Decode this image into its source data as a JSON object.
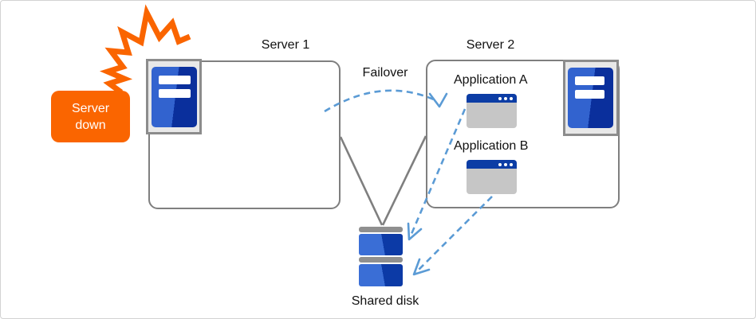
{
  "diagram": {
    "callout": {
      "label": "Server down"
    },
    "server1": {
      "label": "Server 1"
    },
    "server2": {
      "label": "Server 2"
    },
    "failover": {
      "label": "Failover"
    },
    "applications": [
      {
        "label": "Application A"
      },
      {
        "label": "Application B"
      }
    ],
    "shared_disk": {
      "label": "Shared disk"
    },
    "icons": {
      "server_unit": "server-icon",
      "application_window": "app-window-icon",
      "shared_disk": "disk-stack-icon",
      "crash": "burst-explosion-icon",
      "failover_arrow": "dashed-arrow-icon"
    },
    "colors": {
      "callout_orange": "#FA6500",
      "burst_orange": "#FA6500",
      "outline_gray": "#7f7f7f",
      "arrow_blue": "#5B9BD5",
      "server_blue_light": "#3263cf",
      "server_blue_dark": "#0a2f9c",
      "window_titlebar_blue": "#0c3da5",
      "window_body_gray": "#c6c6c6",
      "disk_blue_light": "#3a6ed6",
      "disk_blue_dark": "#0c3aa6"
    }
  }
}
